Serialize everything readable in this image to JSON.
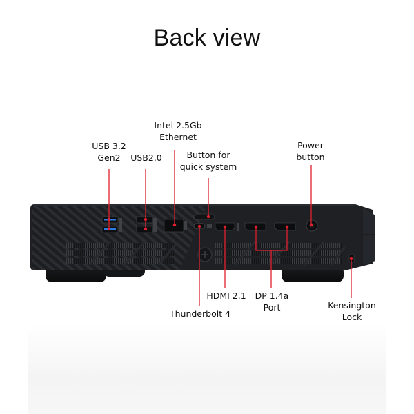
{
  "title": "Back view",
  "colors": {
    "background": "#ffffff",
    "chassis": "#1d1f22",
    "chassis_stripe": "#2b2e32",
    "callout_line": "#e0202e",
    "port_usb3_blue": "#2b7be0",
    "text": "#111111"
  },
  "callouts": {
    "usb32": {
      "line1": "USB 3.2",
      "line2": "Gen2"
    },
    "usb20": {
      "line1": "USB2.0"
    },
    "ethernet": {
      "line1": "Intel 2.5Gb",
      "line2": "Ethernet"
    },
    "quick_button": {
      "line1": "Button for",
      "line2": "quick system"
    },
    "power": {
      "line1": "Power",
      "line2": "button"
    },
    "thunderbolt": {
      "line1": "Thunderbolt 4"
    },
    "hdmi": {
      "line1": "HDMI 2.1"
    },
    "dp": {
      "line1": "DP 1.4a",
      "line2": "Port"
    },
    "kensington": {
      "line1": "Kensington",
      "line2": "Lock"
    }
  }
}
